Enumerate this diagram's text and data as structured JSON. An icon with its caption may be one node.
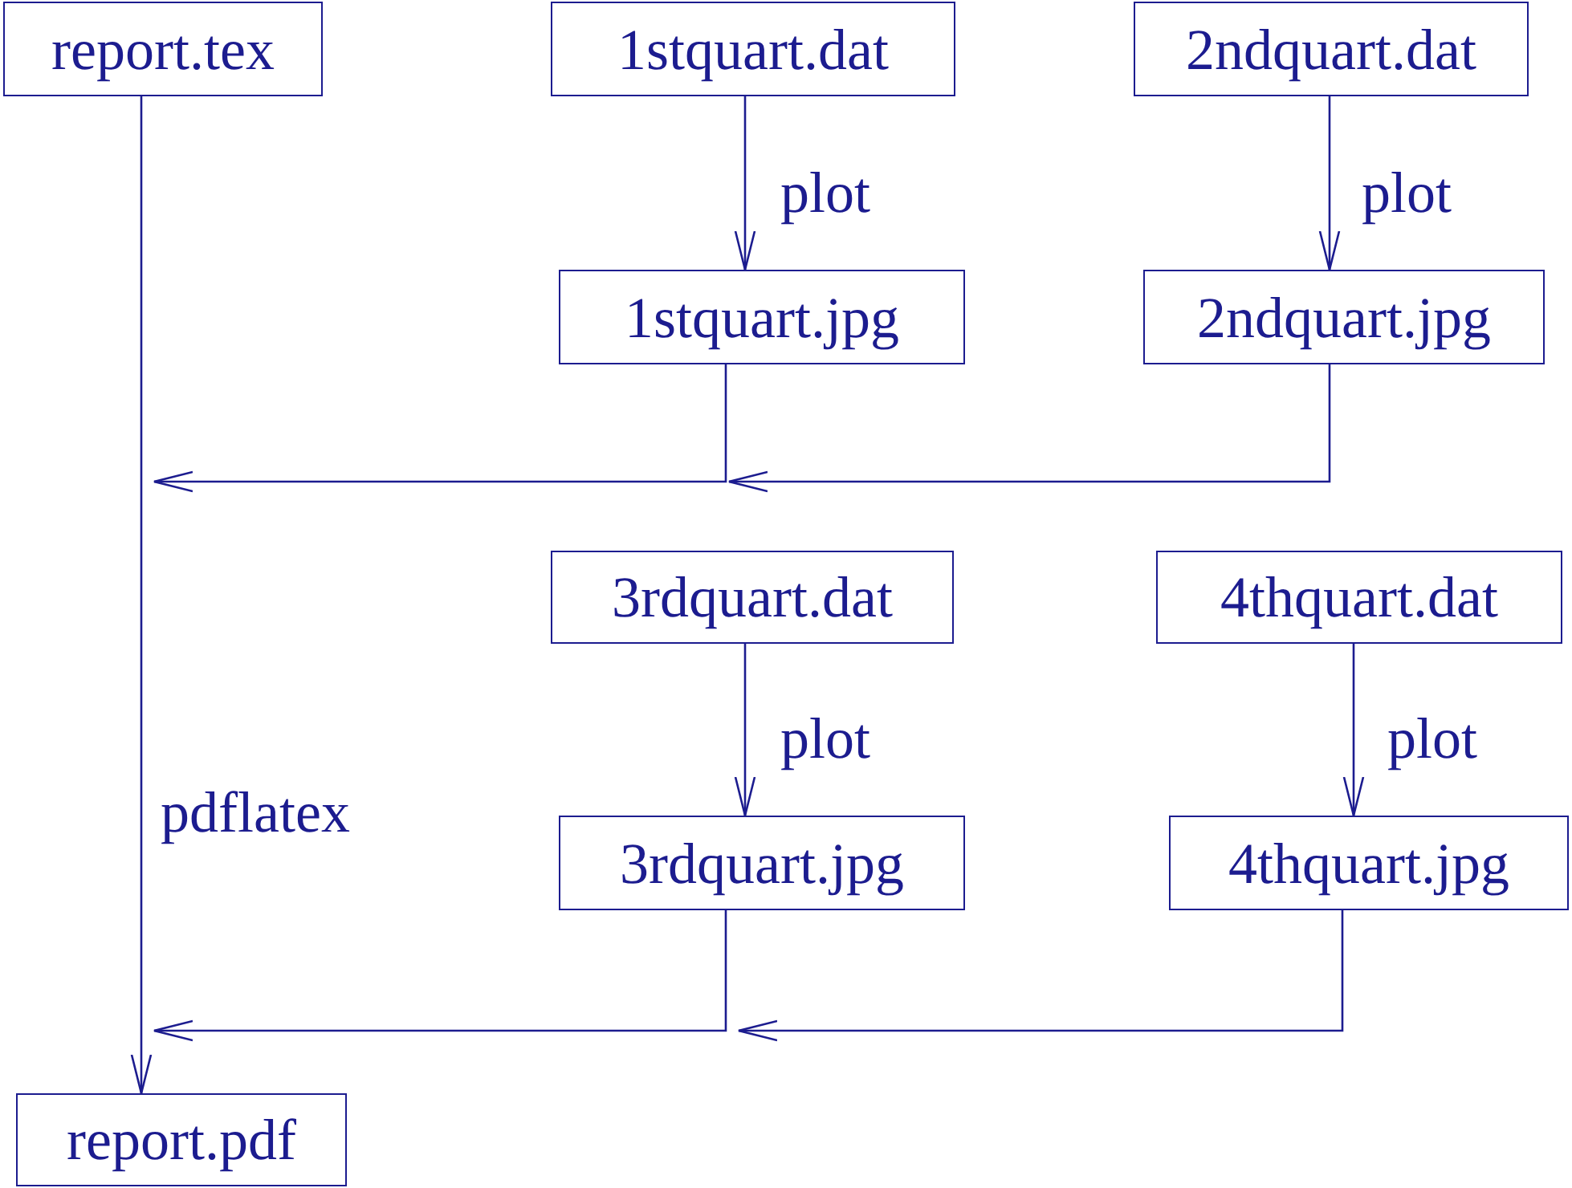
{
  "diagram": {
    "nodes": [
      {
        "text": [
          "report.tex"
        ]
      },
      {
        "text": [
          "1stquart.dat"
        ]
      },
      {
        "text": [
          "2ndquart.dat"
        ]
      },
      {
        "text": [
          "1stquart.jpg"
        ]
      },
      {
        "text": [
          "2ndquart.jpg"
        ]
      },
      {
        "text": [
          "3rdquart.dat"
        ]
      },
      {
        "text": [
          "4thquart.dat"
        ]
      },
      {
        "text": [
          "3rdquart.jpg"
        ]
      },
      {
        "text": [
          "4thquart.jpg"
        ]
      },
      {
        "text": [
          "report.pdf"
        ]
      }
    ],
    "edges": [
      {
        "from": 0,
        "to": 9,
        "arrow": "to",
        "label": "pdflatex"
      },
      {
        "from": 1,
        "to": 3,
        "arrow": "to",
        "label": "plot"
      },
      {
        "from": 2,
        "to": 4,
        "arrow": "to",
        "label": "plot"
      },
      {
        "from": 3,
        "to": null,
        "arrow": "to"
      },
      {
        "from": 4,
        "to": null,
        "arrow": "to"
      },
      {
        "from": 5,
        "to": 7,
        "arrow": "to",
        "label": "plot"
      },
      {
        "from": 6,
        "to": 8,
        "arrow": "to",
        "label": "plot"
      },
      {
        "from": 7,
        "to": null,
        "arrow": "to"
      },
      {
        "from": 8,
        "to": null,
        "arrow": "to"
      }
    ]
  }
}
